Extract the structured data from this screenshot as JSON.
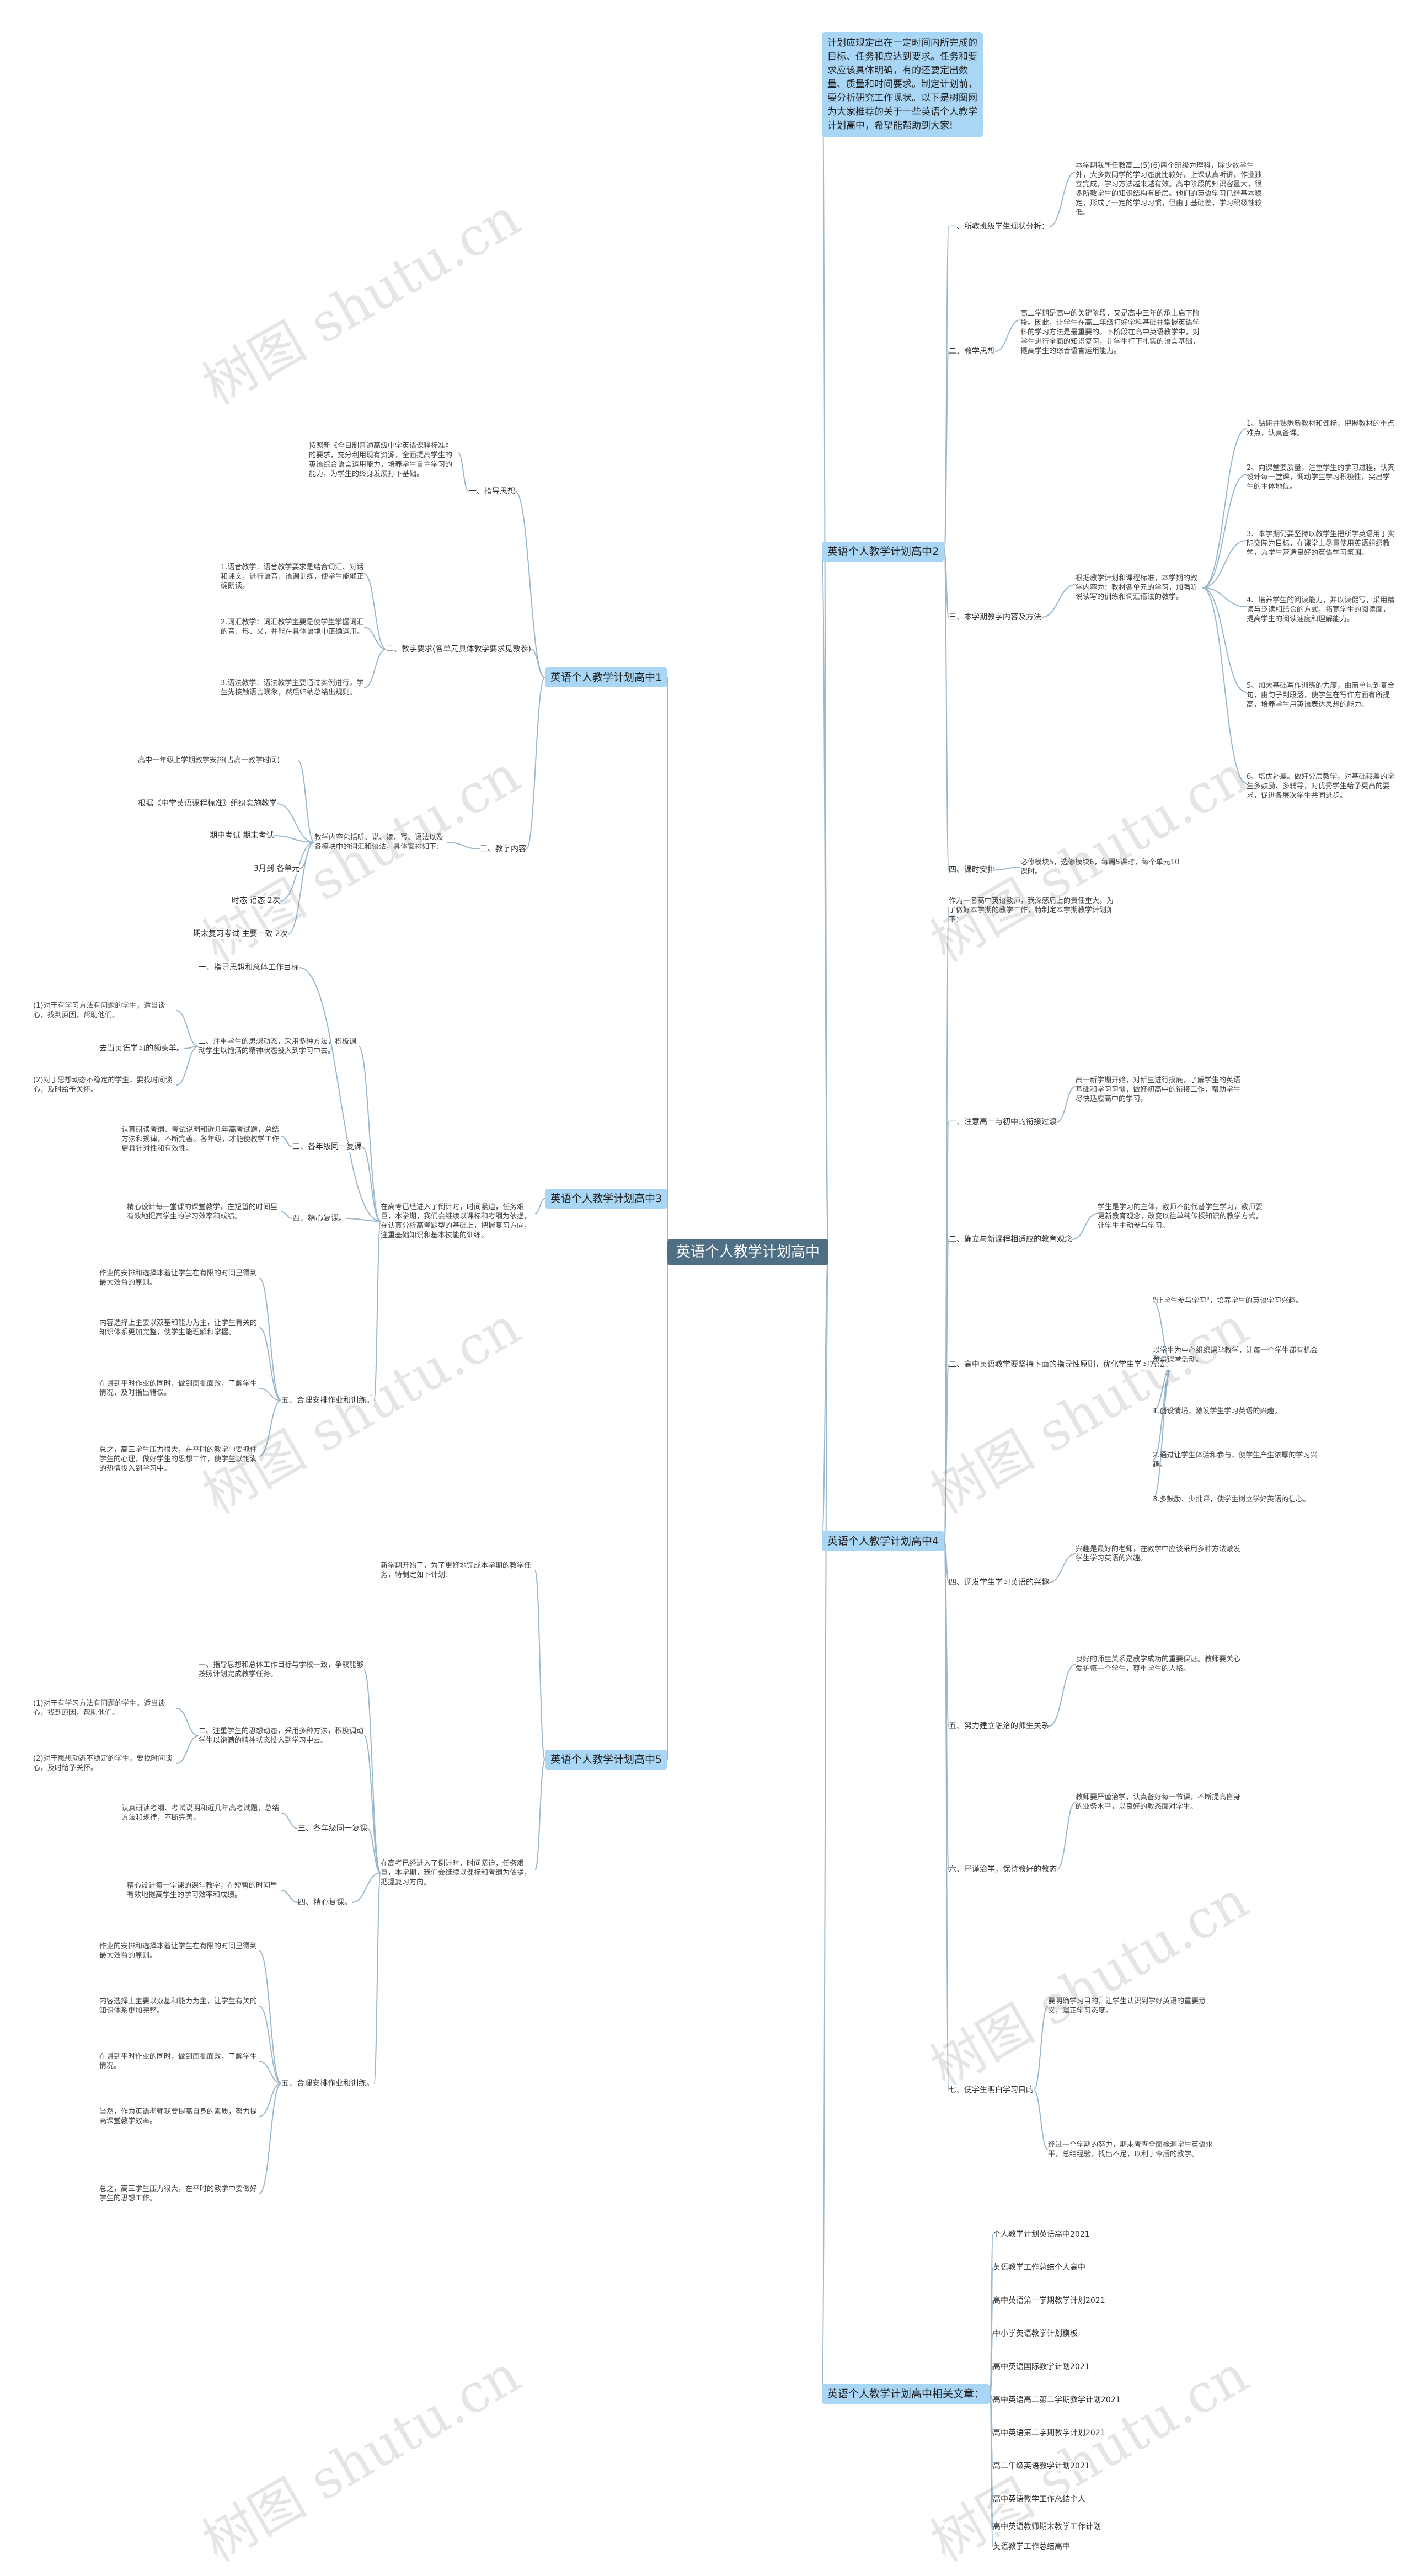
{
  "watermark": "树图 shutu.cn",
  "colors": {
    "root": "#4f6f85",
    "branch": "#a9d6f5",
    "line": "#9ab7cc"
  },
  "root": "英语个人教学计划高中",
  "intro": "计划应规定出在一定时间内所完成的目标、任务和应达到要求。任务和要求应该具体明确，有的还要定出数量、质量和时间要求。制定计划前，要分析研究工作现状。以下是树图网为大家推荐的关于一些英语个人教学计划高中，希望能帮助到大家!",
  "branches": {
    "b2": "英语个人教学计划高中2",
    "b1": "英语个人教学计划高中1",
    "b3": "英语个人教学计划高中3",
    "b4": "英语个人教学计划高中4",
    "b5": "英语个人教学计划高中5",
    "b6": "英语个人教学计划高中相关文章："
  },
  "b2": {
    "s1": "一、所教班级学生现状分析：",
    "s1t": "本学期我所任教高二(5)(6)两个班级为理科，除少数学生外，大多数同学的学习态度比较好，上课认真听讲，作业独立完成，学习方法越来越有效。高中阶段的知识容量大，很多所教学生的知识结构有断层。他们的英语学习已经基本稳定，形成了一定的学习习惯，但由于基础差，学习积极性较低。",
    "s2": "二、教学思想",
    "s2t": "高二学期是高中的关键阶段，又是高中三年的承上启下阶段。因此，让学生在高二年级打好学科基础并掌握英语学科的学习方法是最重要的。下阶段在高中英语教学中，对学生进行全面的知识复习，让学生打下扎实的语言基础，提高学生的综合语言运用能力。",
    "s3": "三、本学期教学内容及方法",
    "s3t": "根据教学计划和课程标准，本学期的教学内容为：教材各单元的学习，加强听说读写的训练和词汇语法的教学。",
    "s3items": [
      "1、钻研并熟悉新教材和课标，把握教材的重点难点，认真备课。",
      "2、向课堂要质量，注重学生的学习过程，认真设计每一堂课，调动学生学习积极性，突出学生的主体地位。",
      "3、本学期仍要坚持以教学生把所学英语用于实际交际为目标，在课堂上尽量使用英语组织教学，为学生营造良好的英语学习氛围。",
      "4、培养学生的阅读能力，并以读促写，采用精读与泛读相结合的方式，拓宽学生的阅读面，提高学生的阅读速度和理解能力。",
      "5、加大基础写作训练的力度，由简单句到复合句，由句子到段落，使学生在写作方面有所提高，培养学生用英语表达思想的能力。",
      "6、培优补差。做好分层教学，对基础较差的学生多鼓励、多辅导，对优秀学生给予更高的要求，促进各层次学生共同进步。"
    ],
    "s4": "四、课时安排",
    "s4t": "必修模块5，选修模块6，每周5课时，每个单元10课时。"
  },
  "b1": {
    "s1": "一、指导思想",
    "s1t": "按照新《全日制普通高级中学英语课程标准》的要求，充分利用现有资源，全面提高学生的英语综合语言运用能力，培养学生自主学习的能力，为学生的终身发展打下基础。",
    "s2": "二、教学要求(各单元具体教学要求见教参)",
    "s2items": [
      "1.语音教学：语音教学要求是结合词汇、对话和课文，进行语音、语调训练，使学生能够正确朗读。",
      "2.词汇教学：词汇教学主要是使学生掌握词汇的音、形、义，并能在具体语境中正确运用。",
      "3.语法教学：语法教学主要通过实例进行，学生先接触语言现象，然后归纳总结出规则。"
    ],
    "s3": "三、教学内容",
    "s3t": "教学内容包括听、说、读、写、语法以及各模块中的词汇和语法，具体安排如下：",
    "s3items": [
      "高中一年级上学期教学安排(占高一教学时间)",
      "根据《中学英语课程标准》组织实施教学",
      "期中考试 期末考试",
      "3月到 各单元",
      "时态 语态 2次",
      "期末复习考试 主要一致 2次"
    ]
  },
  "b3": {
    "s1": "一、指导思想和总体工作目标",
    "s2": "二、注重学生的思想动态，采用多种方法，积极调动学生以饱满的精神状态投入到学习中去。",
    "s2items": [
      "(1)对于有学习方法有问题的学生，适当谈心，找到原因，帮助他们。",
      "去当英语学习的领头羊。",
      "(2)对于思想动态不稳定的学生，要找时间谈心，及时给予关怀。"
    ],
    "s3": "三、各年级同一复课",
    "s3t": "认真研读考纲、考试说明和近几年高考试题，总结方法和规律，不断完善。各年级，才能使教学工作更具针对性和有效性。",
    "s4": "四、精心复课。",
    "s4t": "精心设计每一堂课的课堂教学，在短暂的时间里有效地提高学生的学习效率和成绩。",
    "s5": "五、合理安排作业和训练。",
    "s5items": [
      "作业的安排和选择本着让学生在有限的时间里得到最大效益的原则。",
      "内容选择上主要以双基和能力为主，让学生有关的知识体系更加完整，使学生能理解和掌握。",
      "在讲到平时作业的同时，做到面批面改，了解学生情况，及时指出错误。",
      "总之，高三学生压力很大，在平时的教学中要抓住学生的心理，做好学生的思想工作，使学生以饱满的热情投入到学习中。"
    ],
    "note": "在高考已经进入了倒计时，时间紧迫，任务艰巨，本学期，我们会继续以课标和考纲为依据，在认真分析高考题型的基础上，把握复习方向，注重基础知识和基本技能的训练。"
  },
  "b4": {
    "s1": "一、注意高一与初中的衔接过渡",
    "s1t": "高一新学期开始，对新生进行摸底，了解学生的英语基础和学习习惯，做好初高中的衔接工作，帮助学生尽快适应高中的学习。",
    "s2": "二、确立与新课程相适应的教育观念",
    "s2t": "学生是学习的主体，教师不能代替学生学习，教师要更新教育观念，改变以往单纯传授知识的教学方式，让学生主动参与学习。",
    "s3": "三、高中英语教学要坚持下面的指导性原则，优化学生学习方法：",
    "s3items": [
      "\"让学生参与学习\"，培养学生的英语学习兴趣。",
      "以学生为中心组织课堂教学，让每一个学生都有机会参与课堂活动。",
      "1.创设情境，激发学生学习英语的兴趣。",
      "2.通过让学生体验和参与，使学生产生浓厚的学习兴趣。",
      "3.多鼓励、少批评，使学生树立学好英语的信心。"
    ],
    "s4": "四、调发学生学习英语的兴趣",
    "s4t": "兴趣是最好的老师，在教学中应该采用多种方法激发学生学习英语的兴趣。",
    "s5": "五、努力建立融洽的师生关系",
    "s5t": "良好的师生关系是教学成功的重要保证。教师要关心爱护每一个学生，尊重学生的人格。",
    "s6": "六、严谨治学，保持教好的教态",
    "s6t": "教师要严谨治学，认真备好每一节课，不断提高自身的业务水平，以良好的教态面对学生。",
    "s7": "七、使学生明白学习目的",
    "s7items": [
      "要明确学习目的，让学生认识到学好英语的重要意义，端正学习态度。",
      "经过一个学期的努力，期末考查全面检测学生英语水平，总结经验，找出不足，以利于今后的教学。"
    ],
    "s0t": "作为一名高中英语教师，我深感肩上的责任重大。为了做好本学期的教学工作，特制定本学期教学计划如下："
  },
  "b5": {
    "s1": "一、指导思想和总体工作目标与学校一致，争取能够按照计划完成教学任务。",
    "s2": "二、注重学生的思想动态，采用多种方法，积极调动学生以饱满的精神状态投入到学习中去。",
    "s2items": [
      "(1)对于有学习方法有问题的学生，适当谈心，找到原因，帮助他们。",
      "(2)对于思想动态不稳定的学生，要找时间谈心，及时给予关怀。"
    ],
    "s3": "三、各年级同一复课",
    "s3t": "认真研读考纲、考试说明和近几年高考试题，总结方法和规律，不断完善。",
    "s4": "四、精心复课。",
    "s4t": "精心设计每一堂课的课堂教学，在短暂的时间里有效地提高学生的学习效率和成绩。",
    "s5": "五、合理安排作业和训练。",
    "s5items": [
      "作业的安排和选择本着让学生在有限的时间里得到最大效益的原则。",
      "内容选择上主要以双基和能力为主，让学生有关的知识体系更加完整。",
      "在讲到平时作业的同时，做到面批面改，了解学生情况。",
      "当然，作为英语老师我要提高自身的素质，努力提高课堂教学效率。",
      "总之，高三学生压力很大，在平时的教学中要做好学生的思想工作。"
    ],
    "note": "在高考已经进入了倒计时，时间紧迫，任务艰巨，本学期，我们会继续以课标和考纲为依据，把握复习方向。",
    "head": "新学期开始了，为了更好地完成本学期的教学任务，特制定如下计划："
  },
  "b6items": [
    "个人教学计划英语高中2021",
    "英语教学工作总结个人高中",
    "高中英语第一学期教学计划2021",
    "中小学英语教学计划模板",
    "高中英语国际教学计划2021",
    "高中英语高二第二学期教学计划2021",
    "高中英语第二学期教学计划2021",
    "高二年级英语教学计划2021",
    "高中英语教学工作总结个人",
    "高中英语教师期末教学工作计划",
    "英语教学工作总结高中"
  ]
}
